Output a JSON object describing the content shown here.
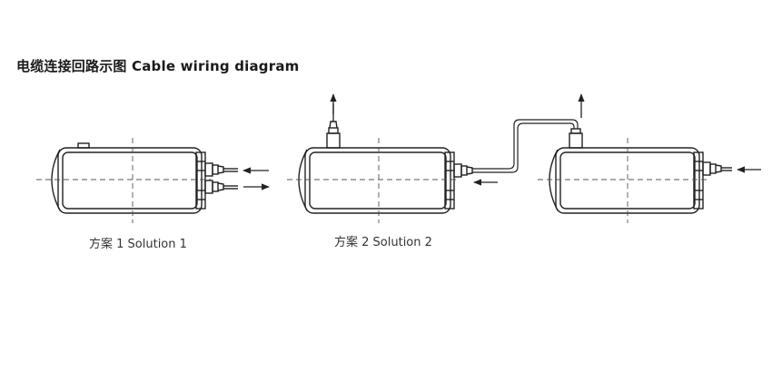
{
  "diagram": {
    "title": "电缆连接回路示图 Cable wiring diagram",
    "solution1_label": "方案 1 Solution 1",
    "solution2_label": "方案 2 Solution 2"
  },
  "colors": {
    "line": "#222222",
    "dash": "#555555",
    "background": "#ffffff"
  }
}
